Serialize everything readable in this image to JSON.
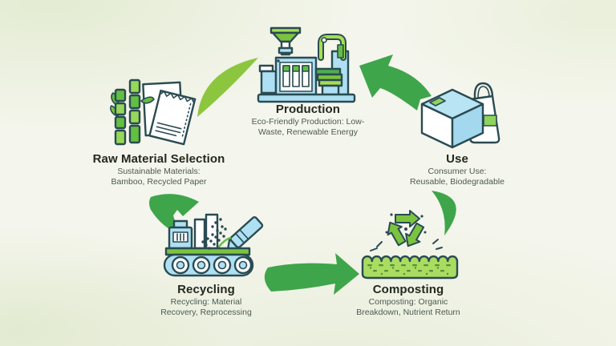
{
  "diagram": {
    "kind": "cycle",
    "stage_count": 5
  },
  "stages": [
    {
      "id": "raw-material-selection",
      "title": "Raw Material Selection",
      "subtitle_lines": [
        "Sustainable Materials:",
        "Bamboo, Recycled Paper"
      ],
      "icon": "bamboo-and-recycled-paper-icon"
    },
    {
      "id": "production",
      "title": "Production",
      "subtitle_lines": [
        "Eco-Friendly Production: Low-",
        "Waste, Renewable Energy"
      ],
      "icon": "factory-machine-icon"
    },
    {
      "id": "use",
      "title": "Use",
      "subtitle_lines": [
        "Consumer Use:",
        "Reusable, Biodegradable"
      ],
      "icon": "box-and-shopping-bag-icon"
    },
    {
      "id": "recycling",
      "title": "Recycling",
      "subtitle_lines": [
        "Recycling: Material",
        "Recovery, Reprocessing"
      ],
      "icon": "recycling-machine-icon"
    },
    {
      "id": "composting",
      "title": "Composting",
      "subtitle_lines": [
        "Composting: Organic",
        "Breakdown, Nutrient Return"
      ],
      "icon": "compost-bed-recycle-symbol-icon"
    }
  ],
  "arrows": [
    {
      "from": "raw-material-selection",
      "to": "production",
      "shape": "curved-swoosh",
      "color": "#8CC63E"
    },
    {
      "from": "use",
      "to": "production",
      "shape": "thick-arrow-up-left",
      "color": "#3FA54B"
    },
    {
      "from": "use",
      "to": "composting",
      "shape": "curved-swoosh",
      "color": "#3FA54B"
    },
    {
      "from": "raw-material-selection",
      "to": "recycling",
      "shape": "folded-chevron-down",
      "color": "#3FA54B"
    },
    {
      "from": "recycling",
      "to": "composting",
      "shape": "thick-arrow-right",
      "color": "#3FA54B"
    }
  ],
  "colors": {
    "background": "#F4F5EC",
    "outline": "#2A4B52",
    "light_blue": "#AEDFF2",
    "bright_green": "#63BF40",
    "yellow_green": "#8CC63E",
    "arrow_green": "#3FA54B",
    "pale_green_fill": "#A9DC60",
    "leaf_light_green": "#A5DD55",
    "title_text": "#23291F",
    "subtitle_text": "#4B5A52"
  }
}
